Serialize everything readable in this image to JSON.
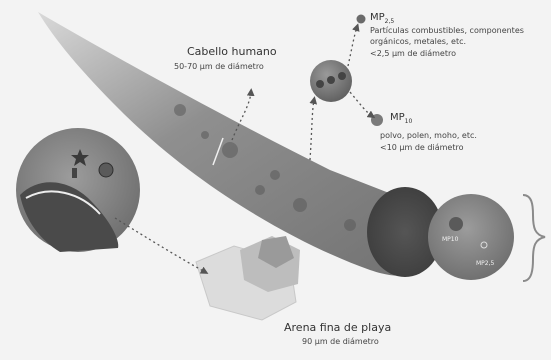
{
  "hair": {
    "title": "Cabello humano",
    "diameter": "50-70 μm de diámetro"
  },
  "mp25": {
    "label": "MP",
    "subscript": "2,5",
    "line1": "Partículas combustibles, componentes",
    "line2": "orgánicos, metales, etc.",
    "line3": "<2,5 μm de diámetro"
  },
  "mp10": {
    "label": "MP",
    "subscript": "10",
    "line1": "polvo, polen, moho, etc.",
    "line2": "<10 μm de diámetro"
  },
  "sand": {
    "title": "Arena fina de playa",
    "diameter": "90 μm de diámetro"
  },
  "right_circle": {
    "mp10_label": "MP10",
    "mp25_label": "MP2,5"
  },
  "colors": {
    "hair": "#6f6f6f",
    "hair_end": "#4a4a4a",
    "particle": "#8a8a8a",
    "sand": "#e2e2e2",
    "arrow": "#555555"
  }
}
